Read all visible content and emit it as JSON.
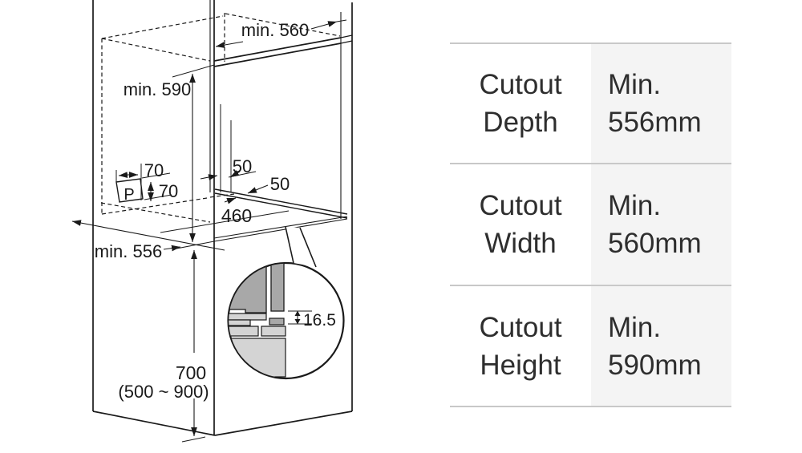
{
  "diagram": {
    "labels": {
      "min_width_top": "min. 560",
      "min_height": "min. 590",
      "outlet_width": "70",
      "outlet_height": "70",
      "plug": "P",
      "gap_left": "50",
      "gap_front": "50",
      "shelf_depth": "460",
      "min_depth": "min. 556",
      "base_height": "700",
      "base_height_range": "(500 ~ 900)",
      "detail_gap": "16.5"
    },
    "colors": {
      "line": "#1a1a1a",
      "panel_dark": "#a8a8a8",
      "panel_light": "#d4d4d4"
    }
  },
  "spec_table": {
    "colors": {
      "border": "#c8c8c8",
      "value_bg": "#f4f4f4",
      "text": "#2e2e2e"
    },
    "rows": [
      {
        "label_line1": "Cutout",
        "label_line2": "Depth",
        "value_line1": "Min.",
        "value_line2": "556mm"
      },
      {
        "label_line1": "Cutout",
        "label_line2": "Width",
        "value_line1": "Min.",
        "value_line2": "560mm"
      },
      {
        "label_line1": "Cutout",
        "label_line2": "Height",
        "value_line1": "Min.",
        "value_line2": "590mm"
      }
    ]
  }
}
